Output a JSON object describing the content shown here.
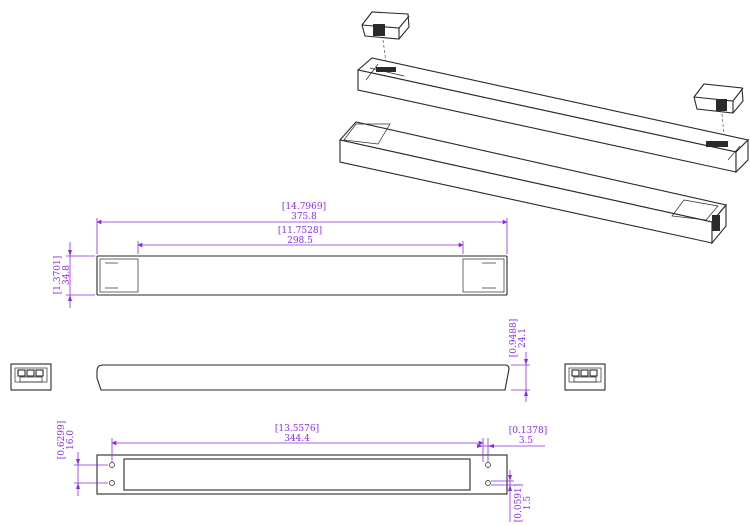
{
  "dimensions": {
    "overall_length_in": "[14.7969]",
    "overall_length_mm": "375.8",
    "inner_length_in": "[11.7528]",
    "inner_length_mm": "298.5",
    "height_in": "[1.3701]",
    "height_mm": "34.8",
    "side_height_in": "[0.9488]",
    "side_height_mm": "24.1",
    "bottom_length_in": "[13.5576]",
    "bottom_length_mm": "344.4",
    "hole_offset_in": "[0.1378]",
    "hole_offset_mm": "3.5",
    "bottom_height_in": "[0.6299]",
    "bottom_height_mm": "16.0",
    "hole_dia_in": "[0.0591]",
    "hole_dia_mm": "1.5"
  },
  "colors": {
    "dimension": "#8a2be2",
    "outline": "#2a2a2a"
  }
}
